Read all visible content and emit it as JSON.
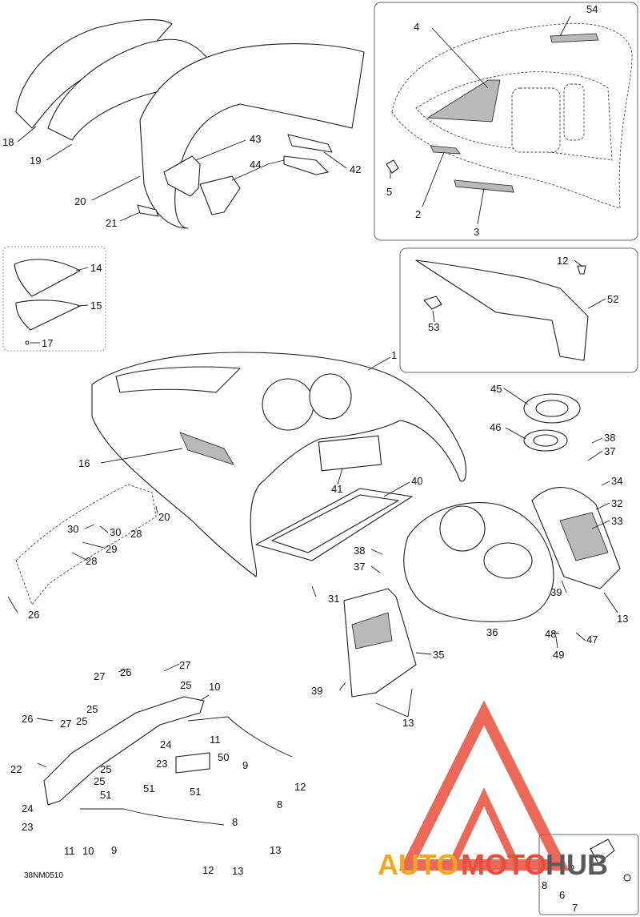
{
  "drawing_code": "38NM0510",
  "watermark": {
    "part1": "AUTO",
    "part2": "MOTO",
    "part3": "HUB",
    "colors": {
      "auto": "#f5a623",
      "moto": "#e94e3c",
      "hub": "#5a5a5a",
      "logo": "#e94e3c"
    }
  },
  "callouts": [
    {
      "id": "c54",
      "label": "54"
    },
    {
      "id": "c4",
      "label": "4"
    },
    {
      "id": "c5",
      "label": "5"
    },
    {
      "id": "c2",
      "label": "2"
    },
    {
      "id": "c3",
      "label": "3"
    },
    {
      "id": "c18",
      "label": "18"
    },
    {
      "id": "c19",
      "label": "19"
    },
    {
      "id": "c20a",
      "label": "20"
    },
    {
      "id": "c21",
      "label": "21"
    },
    {
      "id": "c43",
      "label": "43"
    },
    {
      "id": "c44",
      "label": "44"
    },
    {
      "id": "c42",
      "label": "42"
    },
    {
      "id": "c14",
      "label": "14"
    },
    {
      "id": "c15",
      "label": "15"
    },
    {
      "id": "c17",
      "label": "17"
    },
    {
      "id": "c12a",
      "label": "12"
    },
    {
      "id": "c52",
      "label": "52"
    },
    {
      "id": "c53",
      "label": "53"
    },
    {
      "id": "c1",
      "label": "1"
    },
    {
      "id": "c16",
      "label": "16"
    },
    {
      "id": "c41",
      "label": "41"
    },
    {
      "id": "c40",
      "label": "40"
    },
    {
      "id": "c45",
      "label": "45"
    },
    {
      "id": "c46",
      "label": "46"
    },
    {
      "id": "c38a",
      "label": "38"
    },
    {
      "id": "c37a",
      "label": "37"
    },
    {
      "id": "c34",
      "label": "34"
    },
    {
      "id": "c32",
      "label": "32"
    },
    {
      "id": "c33",
      "label": "33"
    },
    {
      "id": "c30a",
      "label": "30"
    },
    {
      "id": "c30b",
      "label": "30"
    },
    {
      "id": "c28a",
      "label": "28"
    },
    {
      "id": "c29",
      "label": "29"
    },
    {
      "id": "c28b",
      "label": "28"
    },
    {
      "id": "c20b",
      "label": "20"
    },
    {
      "id": "c26a",
      "label": "26"
    },
    {
      "id": "c38b",
      "label": "38"
    },
    {
      "id": "c37b",
      "label": "37"
    },
    {
      "id": "c31",
      "label": "31"
    },
    {
      "id": "c39a",
      "label": "39"
    },
    {
      "id": "c13a",
      "label": "13"
    },
    {
      "id": "c36",
      "label": "36"
    },
    {
      "id": "c48",
      "label": "48"
    },
    {
      "id": "c47",
      "label": "47"
    },
    {
      "id": "c49",
      "label": "49"
    },
    {
      "id": "c35",
      "label": "35"
    },
    {
      "id": "c39b",
      "label": "39"
    },
    {
      "id": "c13b",
      "label": "13"
    },
    {
      "id": "c27a",
      "label": "27"
    },
    {
      "id": "c26b",
      "label": "26"
    },
    {
      "id": "c27b",
      "label": "27"
    },
    {
      "id": "c25a",
      "label": "25"
    },
    {
      "id": "c10a",
      "label": "10"
    },
    {
      "id": "c27c",
      "label": "27"
    },
    {
      "id": "c26c",
      "label": "26"
    },
    {
      "id": "c25b",
      "label": "25"
    },
    {
      "id": "c25c",
      "label": "25"
    },
    {
      "id": "c11a",
      "label": "11"
    },
    {
      "id": "c24a",
      "label": "24"
    },
    {
      "id": "c22",
      "label": "22"
    },
    {
      "id": "c25d",
      "label": "25"
    },
    {
      "id": "c23a",
      "label": "23"
    },
    {
      "id": "c50",
      "label": "50"
    },
    {
      "id": "c9a",
      "label": "9"
    },
    {
      "id": "c25e",
      "label": "25"
    },
    {
      "id": "c51a",
      "label": "51"
    },
    {
      "id": "c51b",
      "label": "51"
    },
    {
      "id": "c51c",
      "label": "51"
    },
    {
      "id": "c12b",
      "label": "12"
    },
    {
      "id": "c24b",
      "label": "24"
    },
    {
      "id": "c8a",
      "label": "8"
    },
    {
      "id": "c23b",
      "label": "23"
    },
    {
      "id": "c8b",
      "label": "8"
    },
    {
      "id": "c11b",
      "label": "11"
    },
    {
      "id": "c10b",
      "label": "10"
    },
    {
      "id": "c9b",
      "label": "9"
    },
    {
      "id": "c13c",
      "label": "13"
    },
    {
      "id": "c12c",
      "label": "12"
    },
    {
      "id": "c13d",
      "label": "13"
    },
    {
      "id": "c8c",
      "label": "8"
    },
    {
      "id": "c6",
      "label": "6"
    },
    {
      "id": "c7",
      "label": "7"
    }
  ]
}
